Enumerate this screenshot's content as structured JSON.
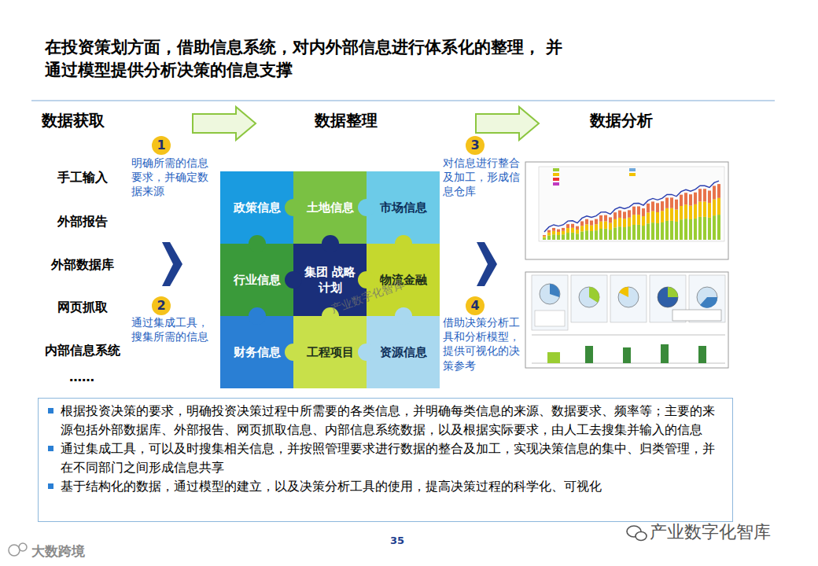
{
  "diagram": {
    "title": "在投资策划方面，借助信息系统，对内外部信息进行体系化的整理， 并通过模型提供分析决策的信息支撑",
    "nodes": [
      {
        "text": [
          "政策信息"
        ]
      },
      {
        "text": [
          "土地信息"
        ]
      },
      {
        "text": [
          "市场信息"
        ]
      },
      {
        "text": [
          "行业信息"
        ]
      },
      {
        "text": [
          "集团 战略计划"
        ]
      },
      {
        "text": [
          "物流金融"
        ]
      },
      {
        "text": [
          "财务信息"
        ]
      },
      {
        "text": [
          "工程项目"
        ]
      },
      {
        "text": [
          "资源信息"
        ]
      },
      {
        "text": [
          "根据投资决策的要求，明确投资决策过程中所需要的各类信息，并明确每类信息的来源、数据要求、频率等；主要的来源包括外部数据库、外部报告、网页抓取信息、内部信息系统数据，以及根据实际要求，由人工去搜集并输入的信息",
          "通过集成工具，可以及时搜集相关信息，并按照管理要求进行数据的整合及加工，实现决策信息的集中、归类管理，并在不同部门之间形成信息共享",
          "基于结构化的数据，通过模型的建立，以及决策分析工具的使用，提高决策过程的科学化、可视化"
        ]
      }
    ],
    "edges": [],
    "labels": [
      "数据获取",
      "数据整理",
      "数据分析",
      "1",
      "明确所需的信息要求，并确定数据来源",
      "2",
      "通过集成工具，搜集所需的信息",
      "3",
      "对信息进行整合及加工，形成信息仓库",
      "4",
      "借助决策分析工具和分析模型，提供可视化的决策参考",
      "手工输入",
      "外部报告",
      "外部数据库",
      "网页抓取",
      "内部信息系统",
      "……",
      "产业数字化智库",
      "35",
      "产业数字化智库",
      "大数跨境"
    ]
  }
}
